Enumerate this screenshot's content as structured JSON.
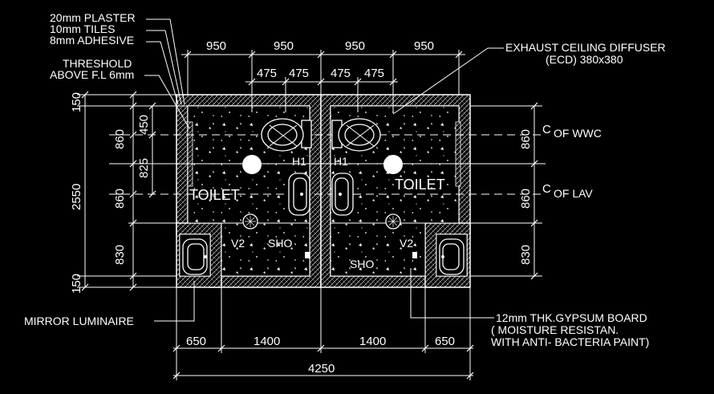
{
  "notes": {
    "plaster": "20mm PLASTER",
    "tiles": "10mm TILES",
    "adhesive": "8mm ADHESIVE",
    "threshold_1": "THRESHOLD",
    "threshold_2": "ABOVE F.L 6mm",
    "ecd_1": "EXHAUST CEILING DIFFUSER",
    "ecd_2": "(ECD) 380x380",
    "wwc_line": "OF WWC",
    "lav_line": "OF LAV",
    "centerline_symbol": "C",
    "mirror": "MIRROR LUMINAIRE",
    "gypsum_1": "12mm THK.GYPSUM BOARD",
    "gypsum_2": "( MOISTURE RESISTAN.",
    "gypsum_3": "WITH ANTI- BACTERIA PAINT)"
  },
  "rooms": {
    "toilet_left": "TOILET",
    "toilet_right": "TOILET",
    "shower_left": "SHO",
    "shower_right": "SHO"
  },
  "tags": {
    "h1_left": "H1",
    "h1_right": "H1",
    "v2_left": "V2",
    "v2_right": "V2"
  },
  "dims": {
    "top_950_a": "950",
    "top_950_b": "950",
    "top_950_c": "950",
    "top_950_d": "950",
    "top_475_a": "475",
    "top_475_b": "475",
    "top_475_c": "475",
    "top_475_d": "475",
    "left_150_top": "150",
    "left_450": "450",
    "left_860_a": "860",
    "left_825": "825",
    "left_2550": "2550",
    "left_860_b": "860",
    "left_830": "830",
    "left_150_bottom": "150",
    "right_860_a": "860",
    "right_860_b": "860",
    "right_830": "830",
    "bottom_650_left": "650",
    "bottom_1400_left": "1400",
    "bottom_1400_right": "1400",
    "bottom_650_right": "650",
    "bottom_total": "4250"
  }
}
